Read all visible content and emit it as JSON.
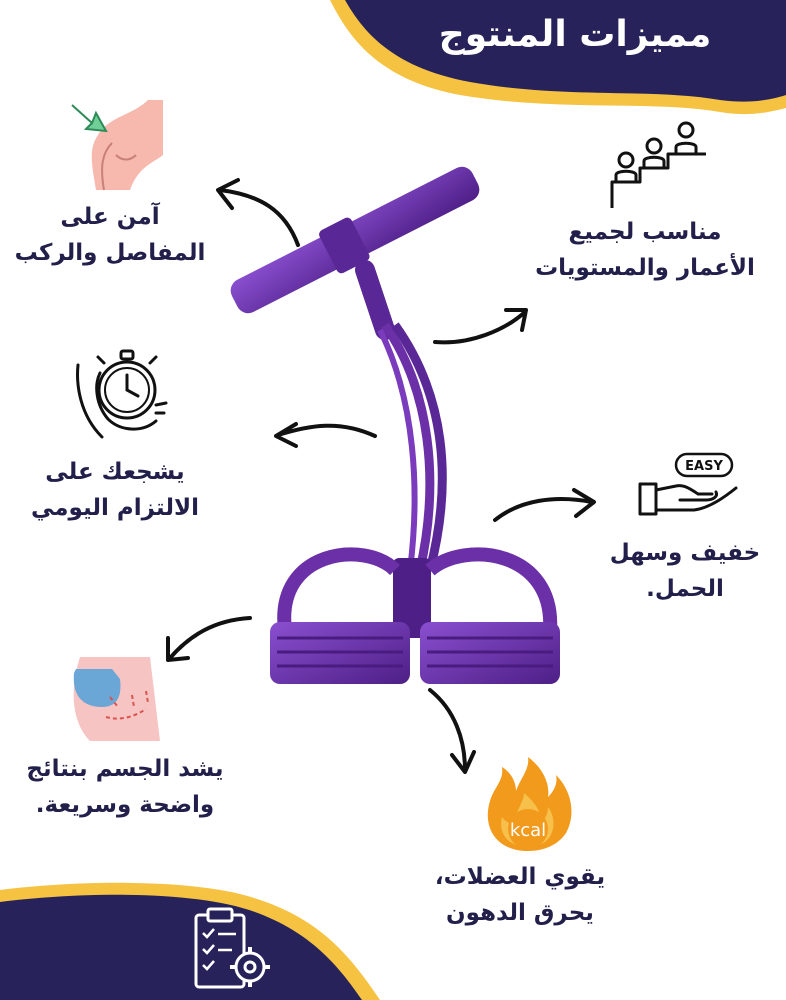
{
  "header": {
    "title": "مميزات المنتوج"
  },
  "features": [
    {
      "id": "safe-joints",
      "line1": "آمن على",
      "line2": "المفاصل والركب"
    },
    {
      "id": "all-ages",
      "line1": "مناسب لجميع",
      "line2": "الأعمار والمستويات"
    },
    {
      "id": "daily-commitment",
      "line1": "يشجعك على",
      "line2": "الالتزام اليومي"
    },
    {
      "id": "light-portable",
      "line1": "خفيف وسهل",
      "line2": "الحمل."
    },
    {
      "id": "body-toning",
      "line1": "يشد الجسم بنتائج",
      "line2": "واضحة وسريعة."
    },
    {
      "id": "burn-fat",
      "line1": "يقوي العضلات،",
      "line2": "يحرق الدهون"
    }
  ],
  "icons": {
    "easy_badge": "EASY",
    "kcal_label": "kcal"
  },
  "colors": {
    "navy": "#27235a",
    "gold": "#f5c242",
    "text": "#22204a",
    "purple": "#6b2fa8",
    "flame": "#f29a1c"
  }
}
